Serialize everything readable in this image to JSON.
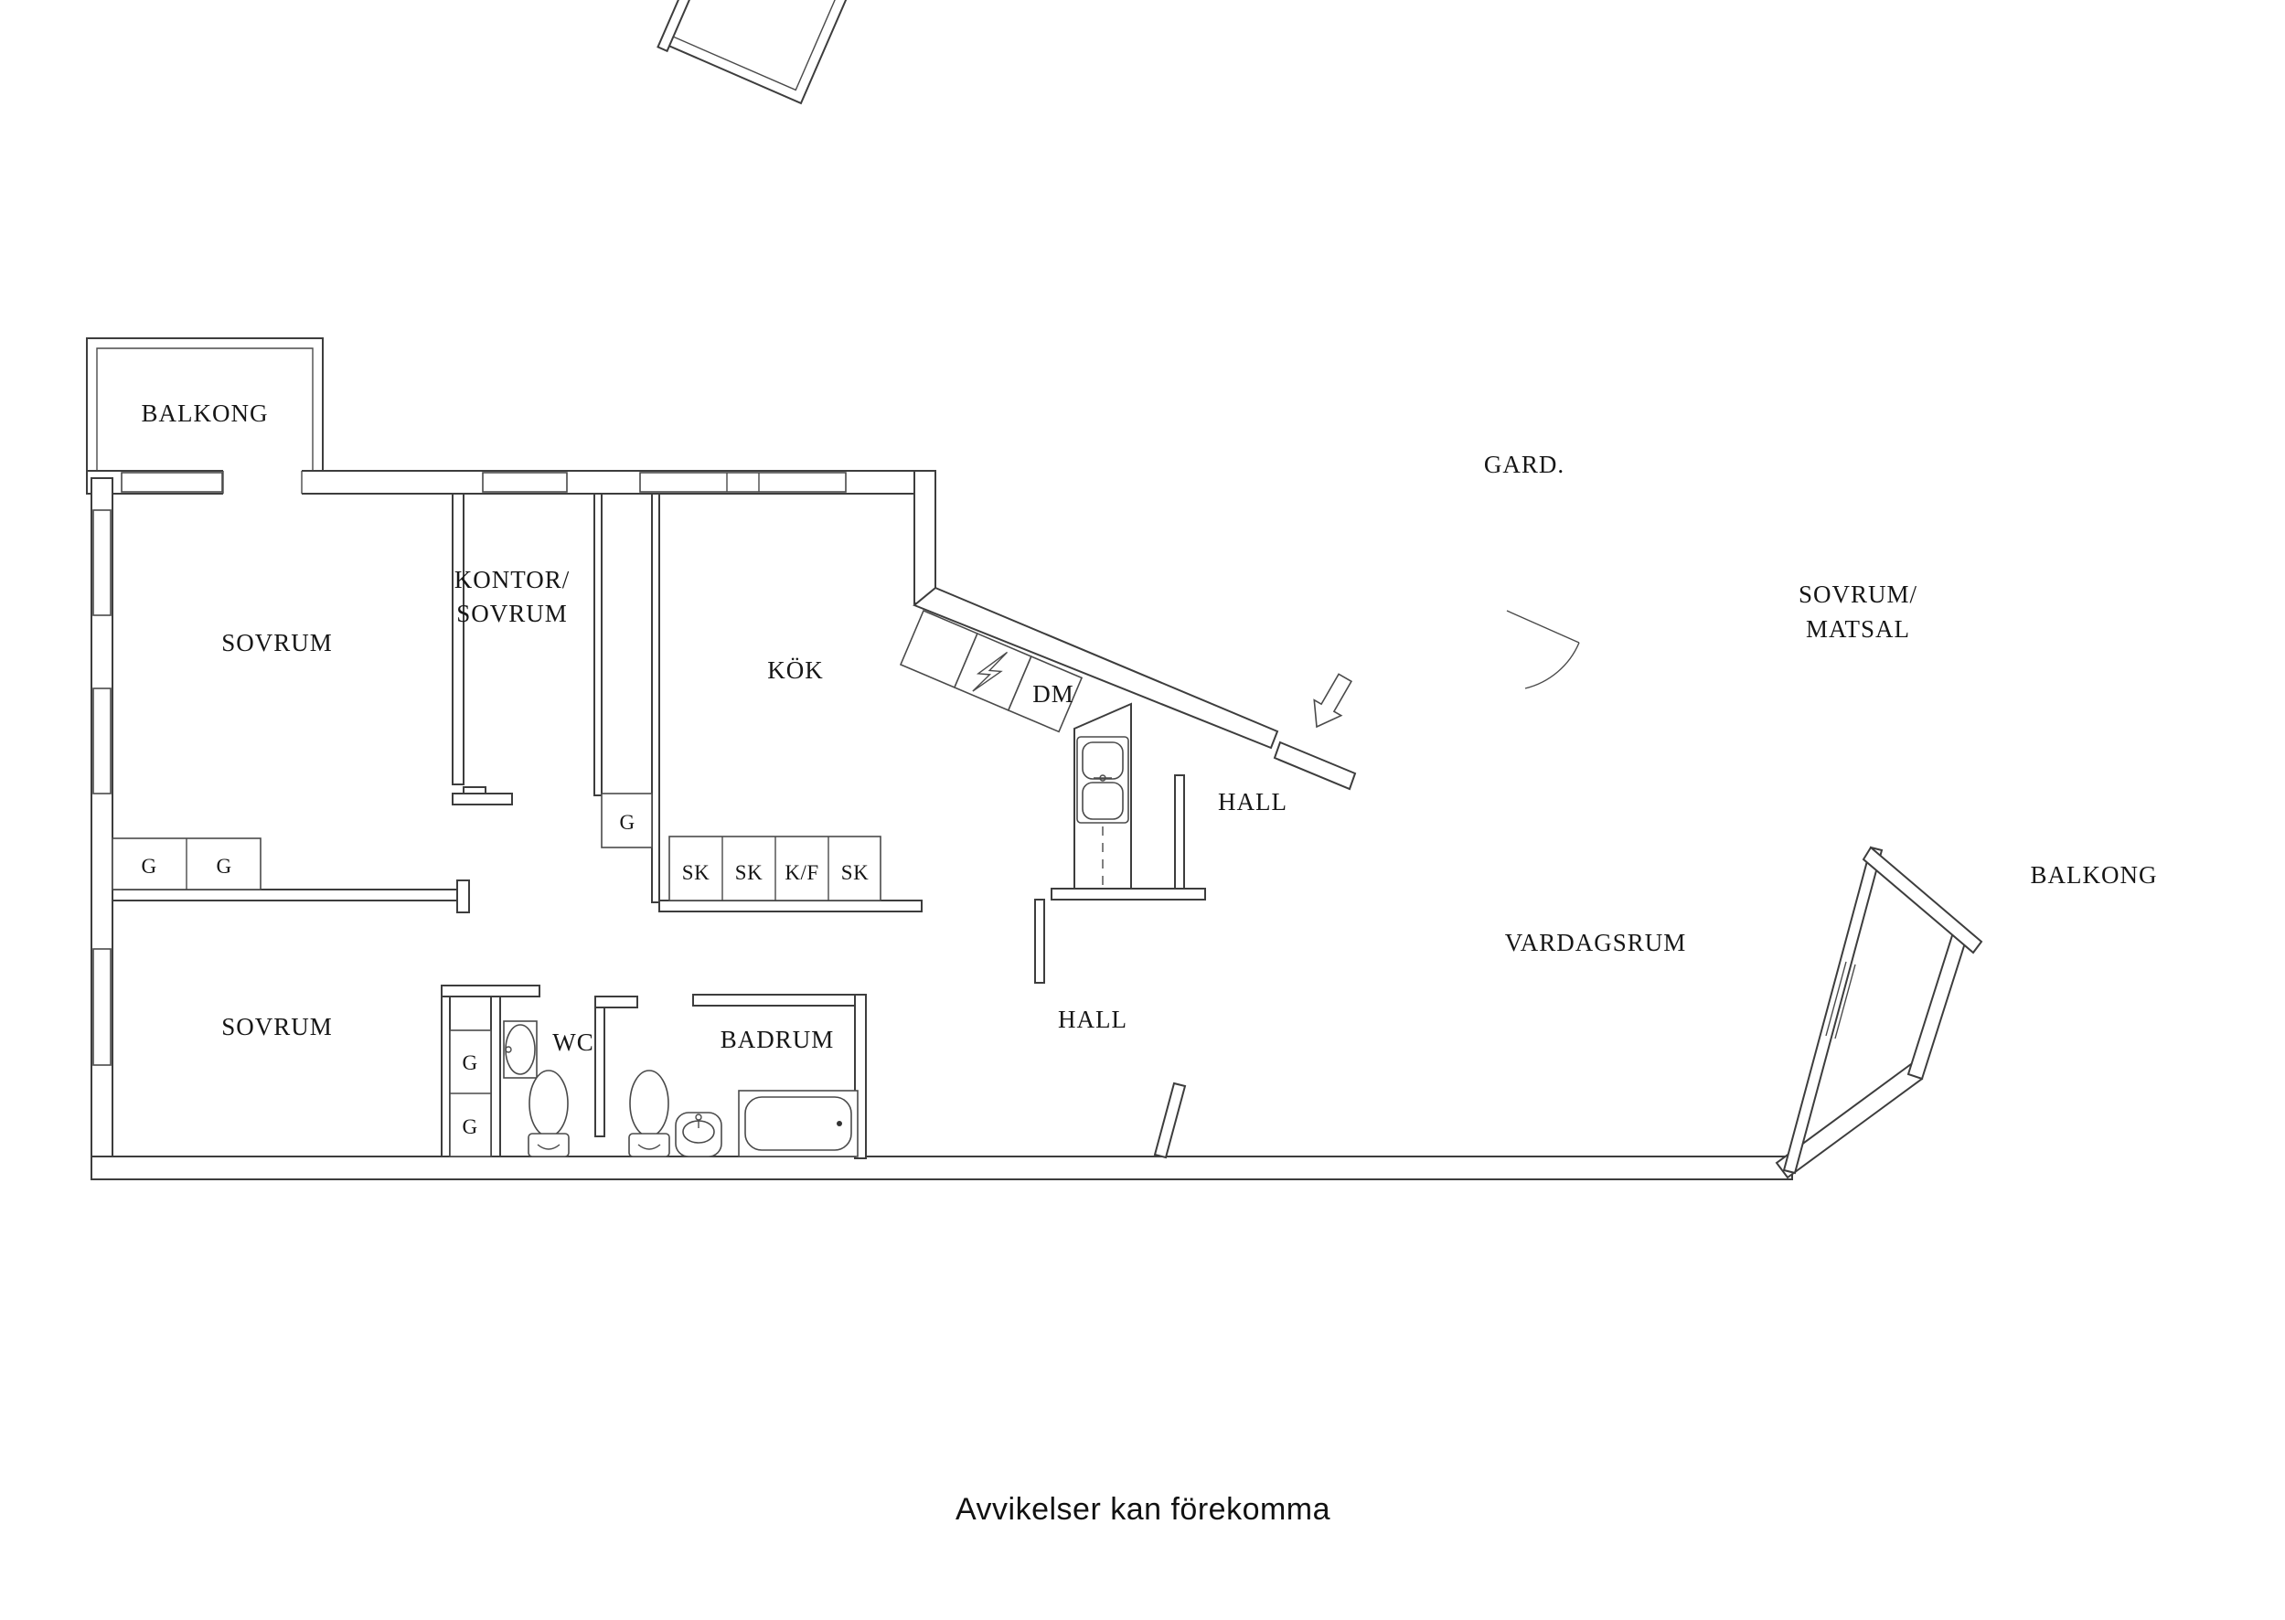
{
  "floor_plan": {
    "rooms": {
      "balcony_top_left": {
        "label": "BALKONG"
      },
      "bedroom_top_left": {
        "label": "SOVRUM"
      },
      "office_bedroom": {
        "label_line1": "KONTOR/",
        "label_line2": "SOVRUM"
      },
      "kitchen": {
        "label": "KÖK"
      },
      "hall_upper": {
        "label": "HALL"
      },
      "wardrobe_room": {
        "label": "GARD."
      },
      "bedroom_dining": {
        "label_line1": "SOVRUM/",
        "label_line2": "MATSAL"
      },
      "balcony_right": {
        "label": "BALKONG"
      },
      "living_room": {
        "label": "VARDAGSRUM"
      },
      "hall_lower": {
        "label": "HALL"
      },
      "bedroom_bottom_left": {
        "label": "SOVRUM"
      },
      "wc": {
        "label": "WC"
      },
      "bathroom": {
        "label": "BADRUM"
      }
    },
    "fixtures": {
      "wardrobe_label": "G",
      "dishwasher_label": "DM",
      "kitchen_counter_units": [
        "SK",
        "SK",
        "K/F",
        "SK"
      ]
    },
    "footer_note": "Avvikelser kan förekomma"
  }
}
